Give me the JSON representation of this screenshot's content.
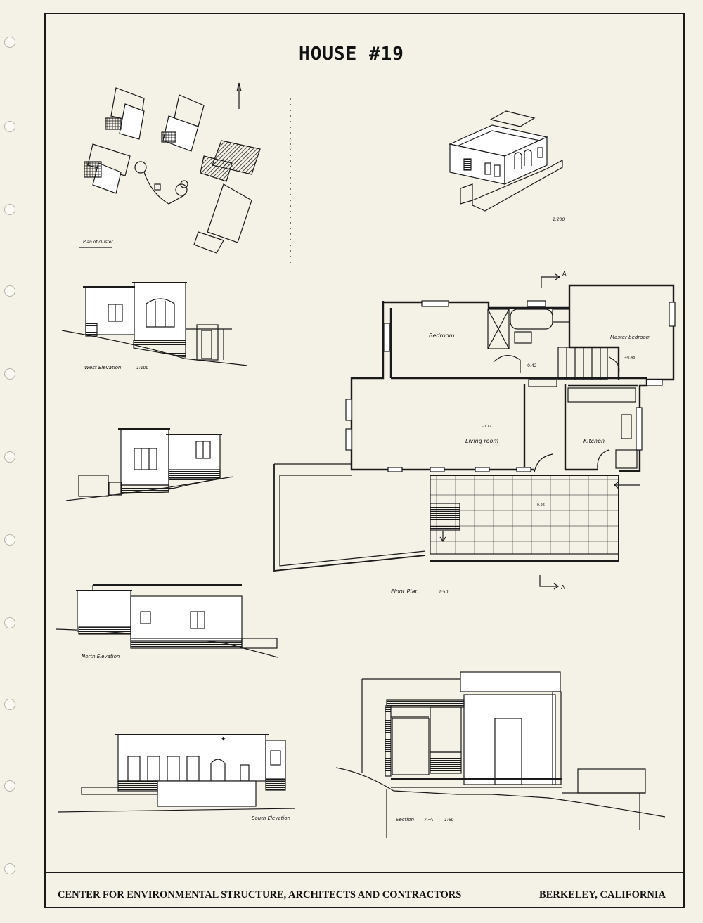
{
  "title": "HOUSE #19",
  "footer": {
    "organization": "CENTER FOR ENVIRONMENTAL STRUCTURE, ARCHITECTS AND CONTRACTORS",
    "location": "BERKELEY, CALIFORNIA"
  },
  "site_plan": {
    "label": "Plan of cluster"
  },
  "axonometric": {
    "scale": "1:200"
  },
  "west_elevation": {
    "label": "West Elevation",
    "scale": "1:100"
  },
  "north_elevation": {
    "label": "North Elevation"
  },
  "south_elevation": {
    "label": "South Elevation"
  },
  "section": {
    "label": "Section",
    "name": "A-A",
    "scale": "1:50"
  },
  "floor_plan": {
    "label": "Floor Plan",
    "scale": "1:50",
    "section_marker": "A",
    "rooms": {
      "bedroom": "Bedroom",
      "master_bedroom": "Master bedroom",
      "living_room": "Living room",
      "kitchen": "Kitchen"
    },
    "levels": {
      "hall": "-0.42",
      "master": "+0.48",
      "living": "-0.72",
      "terrace": "-0.96"
    }
  }
}
